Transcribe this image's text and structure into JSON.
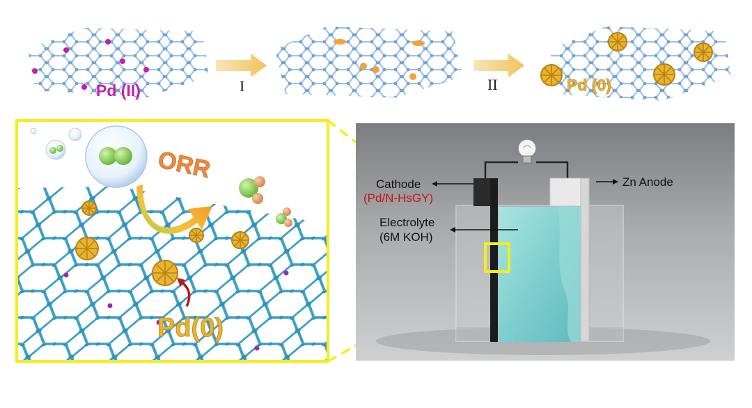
{
  "top_row": {
    "panel1_label": "Pd (II)",
    "arrow1_label": "I",
    "arrow2_label": "II",
    "panel3_label": "Pd (0)"
  },
  "left_panel": {
    "orr_label": "ORR",
    "pd0_label": "Pd(0)"
  },
  "battery": {
    "cathode_label": "Cathode",
    "cathode_material": "(Pd/N-HsGY)",
    "anode_label": "Zn Anode",
    "electrolyte_label": "Electrolyte",
    "electrolyte_detail": "(6M KOH)"
  },
  "colors": {
    "graphyne_node": "#6fa3d8",
    "pd2_ion": "#c21fae",
    "pd_cluster": "#d9a520",
    "orr_arrow": "#f29a1e",
    "zoom_frame": "#f6ee1a",
    "cathode_material_text": "#c0151b",
    "electrolyte": "#8fd6d6",
    "oxygen_green": "#7ccf4a",
    "hydrogen_orange": "#e79a5e"
  }
}
